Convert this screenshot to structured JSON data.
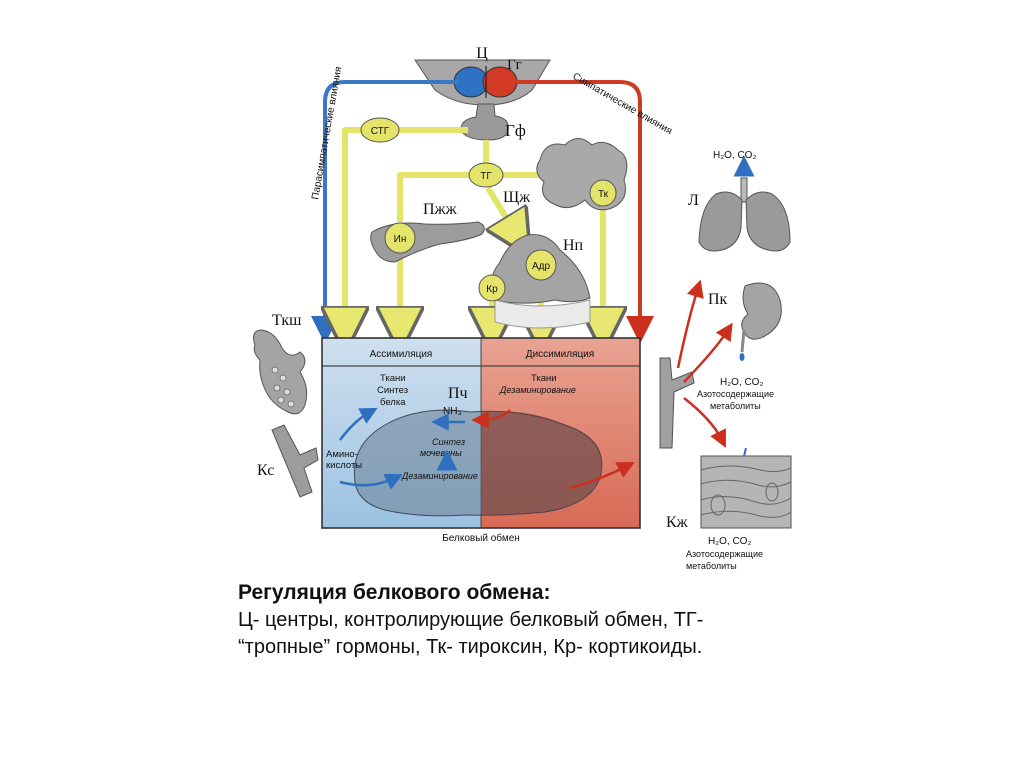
{
  "diagram": {
    "center": {
      "c": "Ц",
      "gg": "Гг",
      "gf": "Гф"
    },
    "influences": {
      "para": "Парасимпатические влияния",
      "symp": "Симпатические влияния"
    },
    "nodes": {
      "stg": "СТГ",
      "tg": "ТГ",
      "in": "Ин",
      "tk": "Тк",
      "adr": "Адр",
      "kr": "Кр"
    },
    "organs": {
      "shzh": "Щж",
      "pzhzh": "Пжж",
      "np": "Нп",
      "tksh": "Ткш",
      "ks": "Кс",
      "pch": "Пч",
      "l": "Л",
      "pk": "Пк",
      "kzh": "Кж"
    },
    "box": {
      "assim": "Ассимиляция",
      "dissim": "Диссимиляция",
      "tkani_l": "Ткани",
      "sintez": "Синтез",
      "belka": "белка",
      "amino1": "Амино-",
      "amino2": "кислоты",
      "tkani_r": "Ткани",
      "dezam_r": "Дезаминирование",
      "nh3": "NH₃",
      "sintez_m": "Синтез",
      "mocheviny": "мочевины",
      "dezam_c": "Дезаминирование",
      "footer": "Белковый обмен"
    },
    "outputs": {
      "lung_out": "H₂O, CO₂",
      "kidney_out": "H₂O, CO₂",
      "kidney_n1": "Азотосодержащие",
      "kidney_n2": "метаболиты",
      "skin_out": "H₂O, CO₂",
      "skin_n1": "Азотосодержащие",
      "skin_n2": "метаболиты"
    }
  },
  "caption": {
    "title": "Регуляция белкового обмена:",
    "line1": "Ц- центры, контролирующие белковый обмен, ТГ-",
    "line2": "“тропные” гормоны, Тк- тироксин, Кр- кортикоиды."
  },
  "colors": {
    "parasympathetic": "#3a78c6",
    "sympathetic": "#d03a22",
    "hormone": "#e4e46a",
    "assimilation": "#a9c9e3",
    "dissimilation": "#de7a66",
    "organ": "#9a9a9a"
  }
}
